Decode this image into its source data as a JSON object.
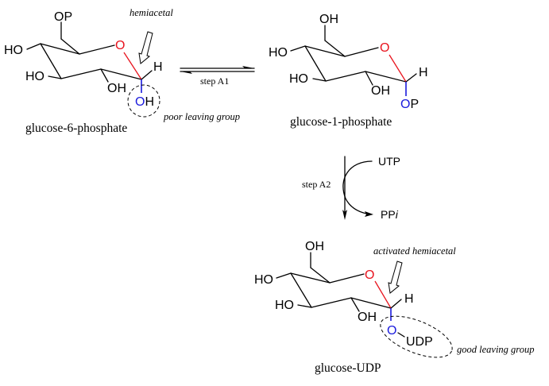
{
  "diagram": {
    "title": "Formation of glucose-UDP from glucose-6-phosphate",
    "colors": {
      "ring_oxygen": "#e8141e",
      "anomeric_oxygen": "#1a1adc",
      "bonds": "#000000"
    },
    "molecules": [
      {
        "id": "glucose-6-phosphate",
        "name": "glucose-6-phosphate",
        "substituents": {
          "c6": "OP",
          "c4": "HO",
          "c3": "HO",
          "c2": "OH",
          "c1_h": "H",
          "ring_o": "O",
          "c1_group_o": "O",
          "c1_group_rest": "H"
        },
        "annotation_top": "hemiacetal",
        "annotation_circle": "poor leaving group"
      },
      {
        "id": "glucose-1-phosphate",
        "name": "glucose-1-phosphate",
        "substituents": {
          "c6": "OH",
          "c4": "HO",
          "c3": "HO",
          "c2": "OH",
          "c1_h": "H",
          "ring_o": "O",
          "c1_group_o": "O",
          "c1_group_rest": "P"
        }
      },
      {
        "id": "glucose-UDP",
        "name": "glucose-UDP",
        "substituents": {
          "c6": "OH",
          "c4": "HO",
          "c3": "HO",
          "c2": "OH",
          "c1_h": "H",
          "ring_o": "O",
          "c1_group_o": "O",
          "c1_group_rest": "UDP"
        },
        "annotation_top": "activated hemiacetal",
        "annotation_circle": "good leaving group"
      }
    ],
    "steps": [
      {
        "label": "step A1",
        "type": "equilibrium"
      },
      {
        "label": "step A2",
        "type": "forward",
        "reagent_in": "UTP",
        "reagent_out_main": "PP",
        "reagent_out_italic": "i"
      }
    ]
  }
}
